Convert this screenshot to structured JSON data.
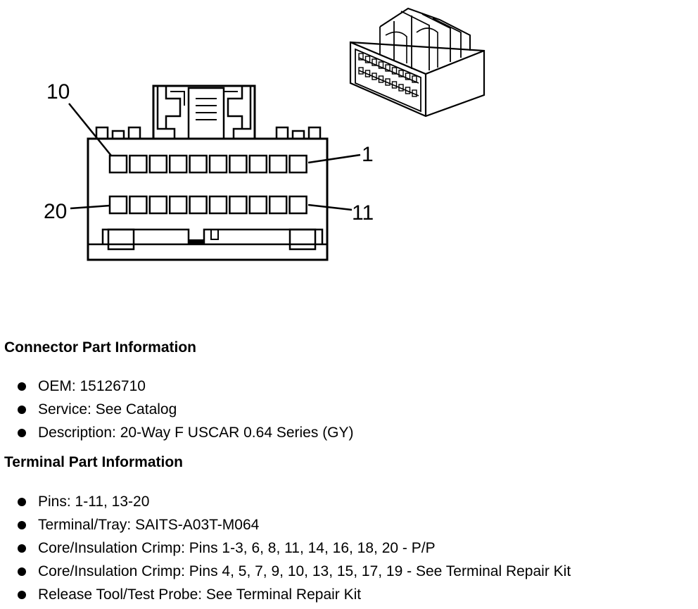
{
  "diagram": {
    "callouts": {
      "pin_10": "10",
      "pin_1": "1",
      "pin_20": "20",
      "pin_11": "11"
    }
  },
  "connector_info": {
    "title": "Connector Part Information",
    "items": [
      "OEM: 15126710",
      "Service: See Catalog",
      "Description: 20-Way F USCAR 0.64 Series (GY)"
    ]
  },
  "terminal_info": {
    "title": "Terminal Part Information",
    "items": [
      "Pins: 1-11, 13-20",
      "Terminal/Tray: SAITS-A03T-M064",
      "Core/Insulation Crimp: Pins 1-3, 6, 8, 11, 14, 16, 18, 20 - P/P",
      "Core/Insulation Crimp: Pins 4, 5, 7, 9, 10, 13, 15, 17, 19 - See Terminal Repair Kit",
      "Release Tool/Test Probe: See Terminal Repair Kit"
    ]
  }
}
